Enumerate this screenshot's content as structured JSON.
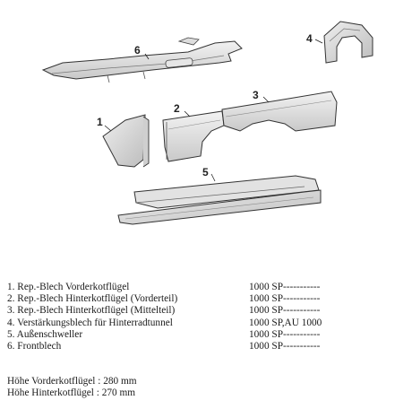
{
  "callouts": {
    "p1": "1",
    "p2": "2",
    "p3": "3",
    "p4": "4",
    "p5": "5",
    "p6": "6"
  },
  "parts": [
    {
      "desc": "1. Rep.-Blech Vorderkotflügel",
      "code": "1000 SP-----------"
    },
    {
      "desc": "2. Rep.-Blech Hinterkotflügel (Vorderteil)",
      "code": "1000 SP-----------"
    },
    {
      "desc": "3. Rep.-Blech Hinterkotflügel (Mittelteil)",
      "code": "1000 SP-----------"
    },
    {
      "desc": "4. Verstärkungsblech für Hinterradtunnel",
      "code": "1000 SP,AU 1000"
    },
    {
      "desc": "5. Außenschweller",
      "code": "1000 SP-----------"
    },
    {
      "desc": "6. Frontblech",
      "code": "1000 SP-----------"
    }
  ],
  "heights": {
    "front": "Höhe Vorderkotflügel : 280 mm",
    "rear": "Höhe Hinterkotflügel : 270 mm"
  }
}
